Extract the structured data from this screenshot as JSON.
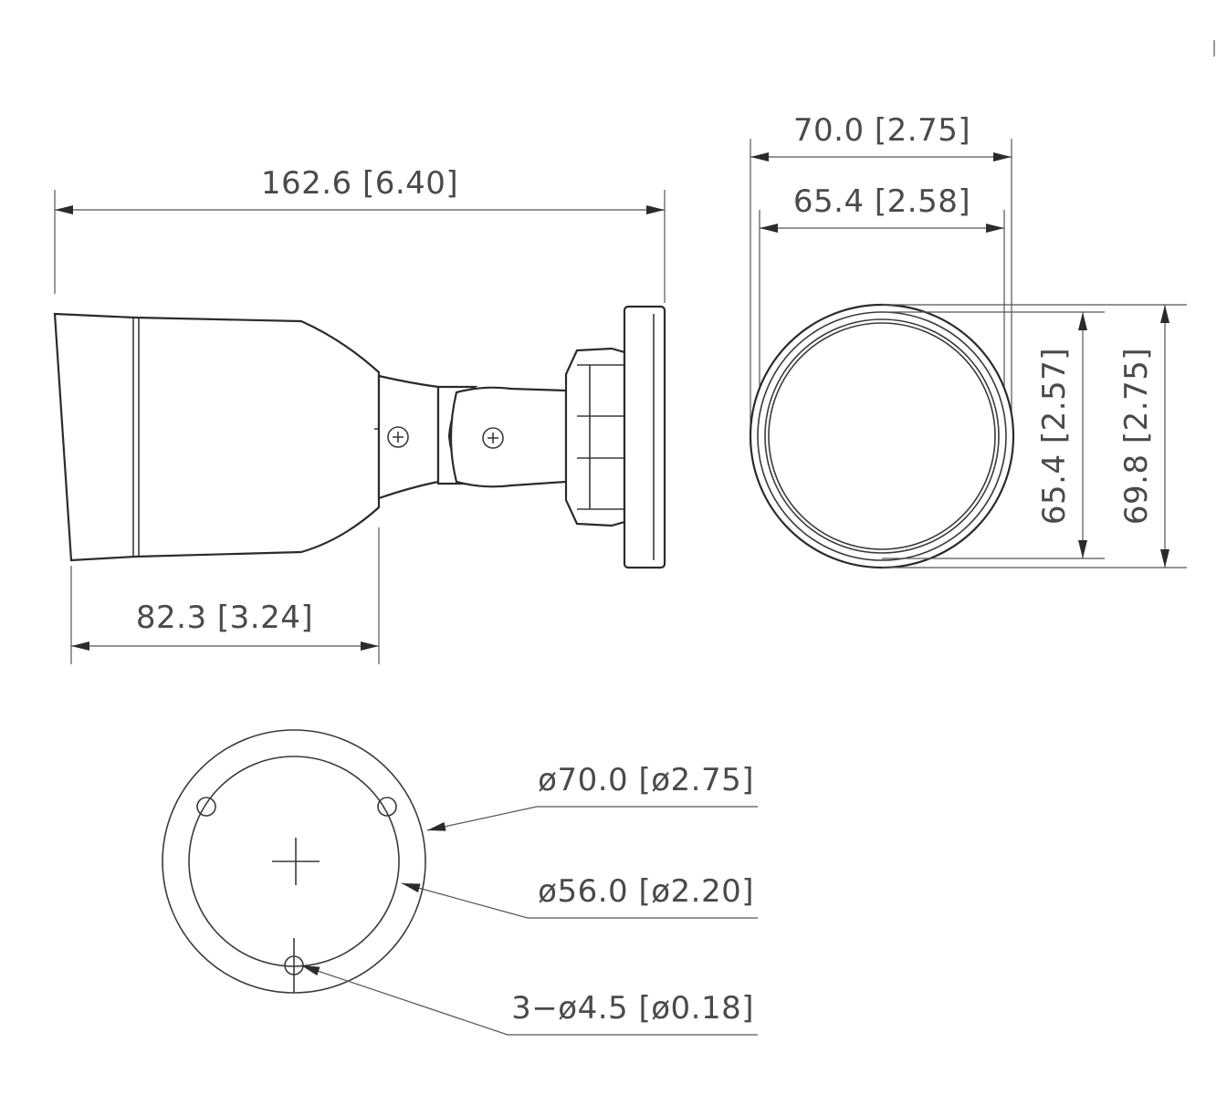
{
  "dimensions": {
    "side_total_length": "162.6 [6.40]",
    "side_body_length": "82.3 [3.24]",
    "front_outer_width": "70.0 [2.75]",
    "front_inner_width": "65.4 [2.58]",
    "front_inner_height": "65.4 [2.57]",
    "front_outer_height": "69.8 [2.75]",
    "base_outer_diameter": "ø70.0 [ø2.75]",
    "base_bolt_circle": "ø56.0 [ø2.20]",
    "base_holes": "3−ø4.5 [ø0.18]"
  },
  "colors": {
    "line": "#3a3a3a",
    "text": "#4a4a4a",
    "background": "#ffffff"
  }
}
